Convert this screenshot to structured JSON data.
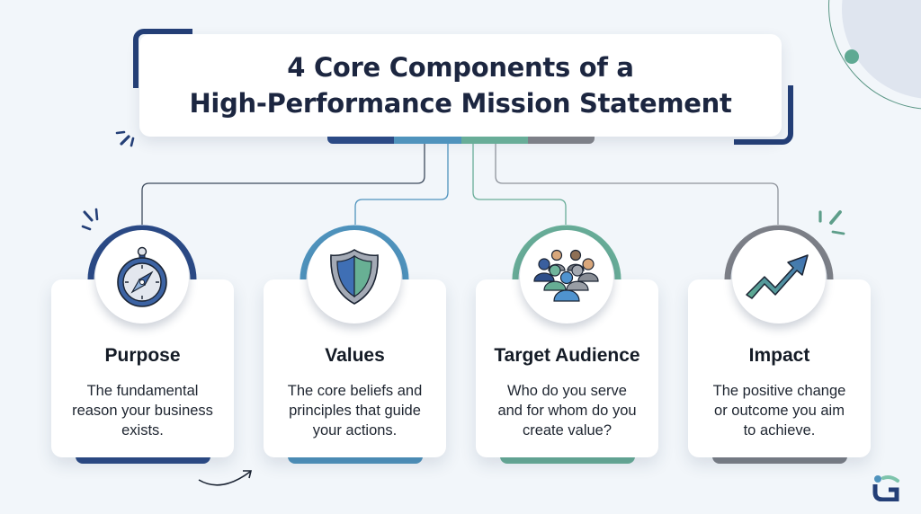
{
  "title": {
    "line1": "4 Core Components of a",
    "line2": "High-Performance Mission Statement"
  },
  "colors": {
    "navy": "#2b4a86",
    "blue": "#4f93bd",
    "teal": "#68ad98",
    "gray": "#7d8088",
    "background": "#f2f6fa",
    "title_text": "#1c2640"
  },
  "components": [
    {
      "title": "Purpose",
      "icon": "compass-icon",
      "description": [
        "The fundamental",
        "reason your business",
        "exists."
      ]
    },
    {
      "title": "Values",
      "icon": "shield-icon",
      "description": [
        "The core beliefs and",
        "principles that guide",
        "your actions."
      ]
    },
    {
      "title": "Target Audience",
      "icon": "people-group-icon",
      "description": [
        "Who do you serve",
        "and for whom do you",
        "create value?"
      ]
    },
    {
      "title": "Impact",
      "icon": "trending-up-arrow-icon",
      "description": [
        "The positive change",
        "or outcome you aim",
        "to achieve."
      ]
    }
  ]
}
